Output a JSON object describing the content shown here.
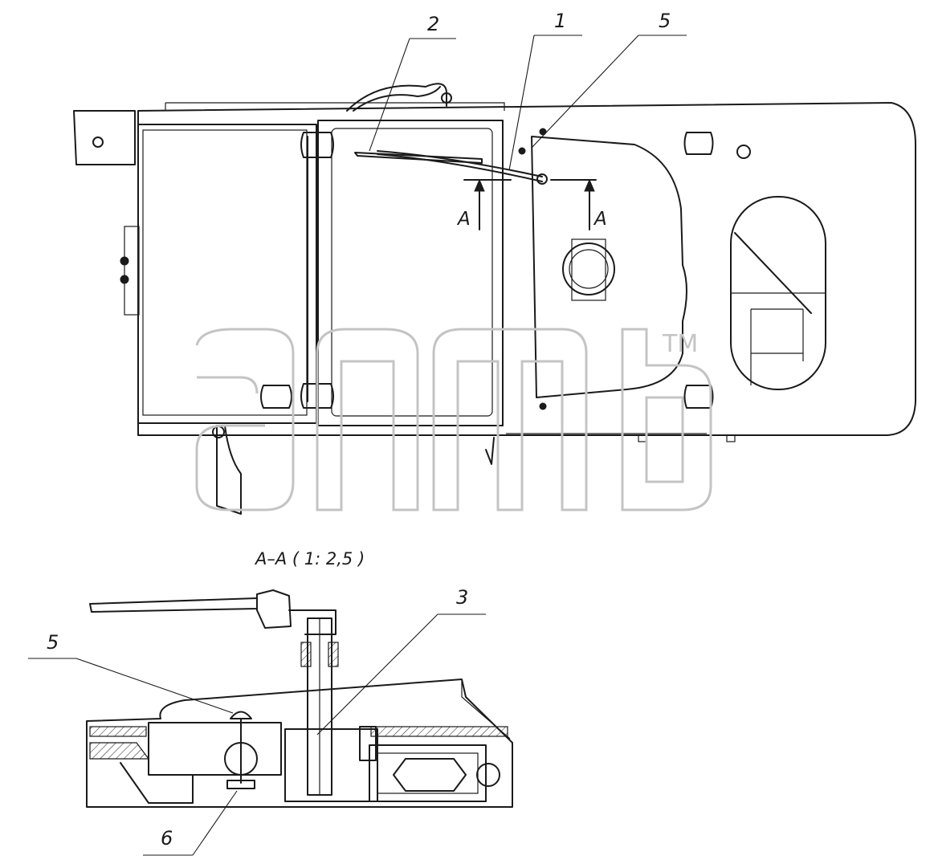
{
  "callouts": {
    "part_1": "1",
    "part_2": "2",
    "part_5_top": "5",
    "part_5_section": "5",
    "part_3": "3",
    "part_6": "6"
  },
  "section": {
    "view_letter_left": "A",
    "view_letter_right": "A",
    "title": "A–A ( 1: 2,5 )"
  },
  "watermark": {
    "mark": "TM"
  },
  "colors": {
    "line": "#1a1a1a",
    "watermark": "#c4c4c4",
    "background": "#ffffff"
  }
}
